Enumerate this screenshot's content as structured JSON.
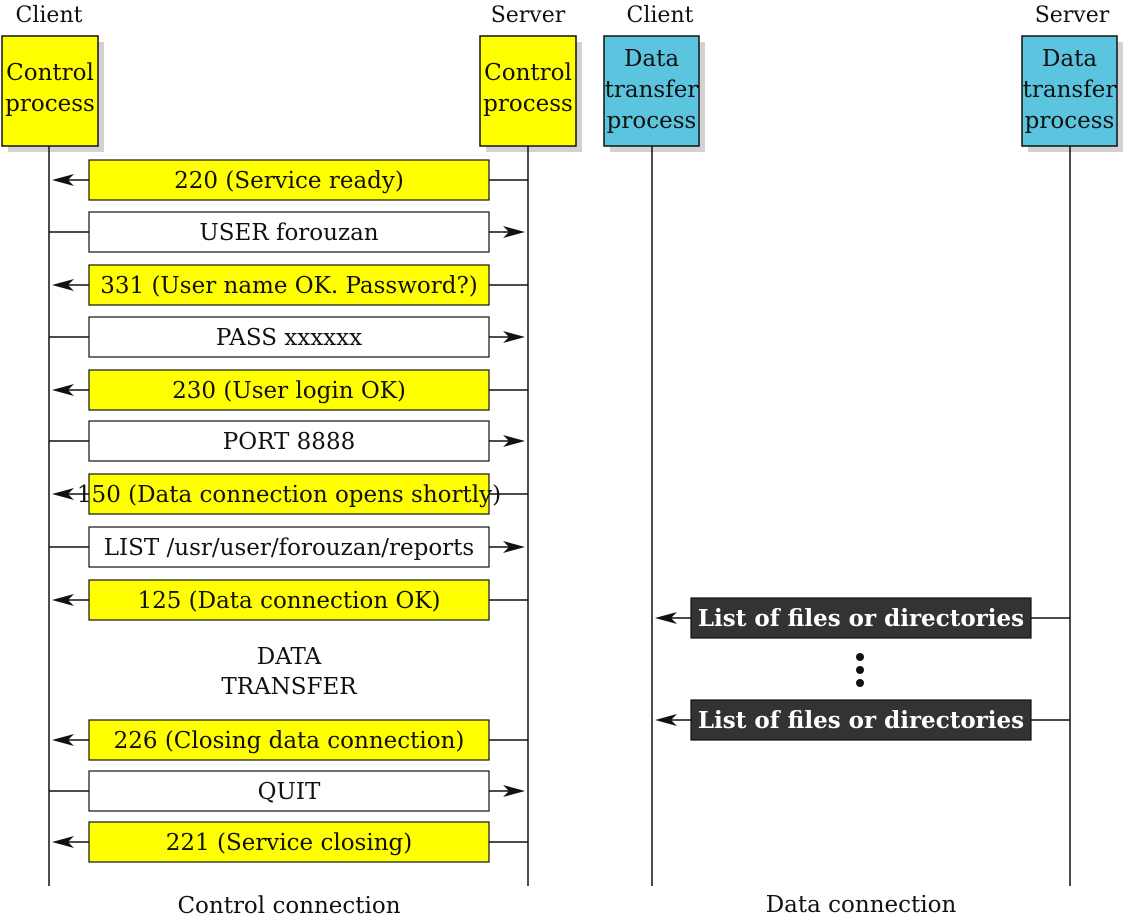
{
  "headers": {
    "control_client": "Client",
    "control_server": "Server",
    "data_client": "Client",
    "data_server": "Server"
  },
  "processes": {
    "control_client": [
      "Control",
      "process"
    ],
    "control_server": [
      "Control",
      "process"
    ],
    "data_client": [
      "Data",
      "transfer",
      "process"
    ],
    "data_server": [
      "Data",
      "transfer",
      "process"
    ]
  },
  "colors": {
    "response": "#ffff00",
    "command": "#ffffff",
    "control_process": "#ffff00",
    "data_process": "#5bc4de",
    "data_message": "#333333"
  },
  "control_messages": [
    {
      "text": "220 (Service ready)",
      "direction": "to-client"
    },
    {
      "text": "USER forouzan",
      "direction": "to-server"
    },
    {
      "text": "331 (User name OK. Password?)",
      "direction": "to-client"
    },
    {
      "text": "PASS xxxxxx",
      "direction": "to-server"
    },
    {
      "text": "230 (User login OK)",
      "direction": "to-client"
    },
    {
      "text": "PORT 8888",
      "direction": "to-server"
    },
    {
      "text": "150 (Data connection opens shortly)",
      "direction": "to-client"
    },
    {
      "text": "LIST /usr/user/forouzan/reports",
      "direction": "to-server"
    },
    {
      "text": "125 (Data connection OK)",
      "direction": "to-client"
    },
    {
      "text": "226 (Closing data connection)",
      "direction": "to-client"
    },
    {
      "text": "QUIT",
      "direction": "to-server"
    },
    {
      "text": "221 (Service closing)",
      "direction": "to-client"
    }
  ],
  "data_transfer_label": [
    "DATA",
    "TRANSFER"
  ],
  "data_messages": [
    {
      "text": "List of files or directories",
      "direction": "to-client"
    },
    {
      "text": "List of files or directories",
      "direction": "to-client"
    }
  ],
  "captions": {
    "control": "Control connection",
    "data": "Data connection"
  }
}
